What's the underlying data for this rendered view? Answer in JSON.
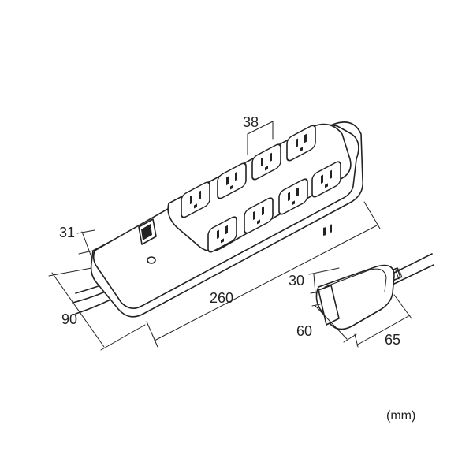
{
  "dimensions": {
    "outlet_pitch": "38",
    "height": "31",
    "length": "260",
    "width": "90",
    "plug_height": "30",
    "plug_width": "60",
    "plug_length": "65"
  },
  "unit_label": "(mm)"
}
